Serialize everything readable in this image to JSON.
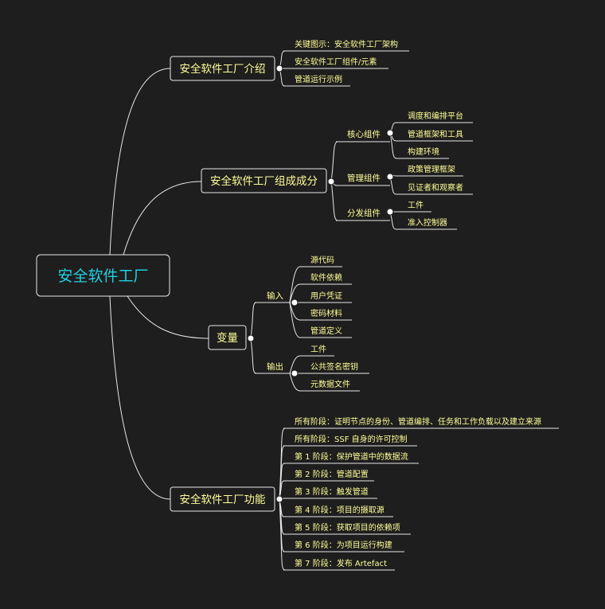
{
  "colors": {
    "background": "#1e1e1e",
    "line": "#e6e6e6",
    "root_text": "#21d0e0",
    "text": "#ffff99"
  },
  "root": {
    "label": "安全软件工厂"
  },
  "branches": {
    "intro": {
      "label": "安全软件工厂介绍",
      "items": [
        "关键图示：安全软件工厂架构",
        "安全软件工厂组件/元素",
        "管道运行示例"
      ]
    },
    "components": {
      "label": "安全软件工厂组成成分",
      "groups": [
        {
          "label": "核心组件",
          "items": [
            "调度和编排平台",
            "管道框架和工具",
            "构建环境"
          ]
        },
        {
          "label": "管理组件",
          "items": [
            "政策管理框架",
            "见证者和观察者"
          ]
        },
        {
          "label": "分发组件",
          "items": [
            "工件",
            "准入控制器"
          ]
        }
      ]
    },
    "variables": {
      "label": "变量",
      "groups": [
        {
          "label": "输入",
          "items": [
            "源代码",
            "软件依赖",
            "用户凭证",
            "密码材料",
            "管道定义"
          ]
        },
        {
          "label": "输出",
          "items": [
            "工件",
            "公共签名密钥",
            "元数据文件"
          ]
        }
      ]
    },
    "functions": {
      "label": "安全软件工厂功能",
      "items": [
        "所有阶段：证明节点的身份、管道编排、任务和工作负载以及建立来源",
        "所有阶段：SSF 自身的许可控制",
        "第 1 阶段：保护管道中的数据流",
        "第 2 阶段：管道配置",
        "第 3 阶段：触发管道",
        "第 4 阶段：项目的摄取源",
        "第 5 阶段：获取项目的依赖项",
        "第 6 阶段：为项目运行构建",
        "第 7 阶段：发布 Artefact"
      ]
    }
  }
}
